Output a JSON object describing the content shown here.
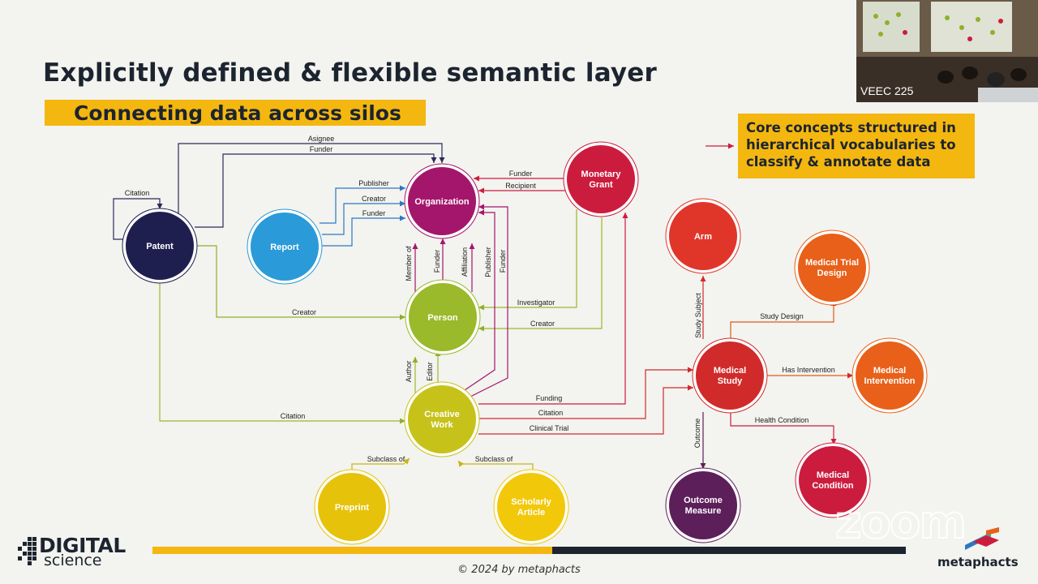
{
  "slide": {
    "title": "Explicitly defined & flexible semantic layer",
    "subtitle": "Connecting data across silos",
    "callout_lines": [
      "Core concepts structured in",
      "hierarchical vocabularies to",
      "classify & annotate data"
    ],
    "copyright": "© 2024 by metaphacts"
  },
  "video": {
    "label": "VEEC 225"
  },
  "logos": {
    "digital_line1": "DIGITAL",
    "digital_line2": "science",
    "metaphacts": "metaphacts",
    "zoom_watermark": "zoom"
  },
  "colors": {
    "accent_yellow": "#f4b70f",
    "title_text": "#1c2430",
    "navy": "#1f1f4f",
    "blue": "#2b9ad8",
    "magenta": "#a3166b",
    "crimson": "#cc1c3e",
    "lime": "#9ab92b",
    "yellow_green": "#c6c21a",
    "yellow": "#e6c20a",
    "red": "#e0362a",
    "orange": "#e86019",
    "purple": "#5d1f5a"
  },
  "nodes": [
    {
      "id": "patent",
      "lines": [
        "Patent"
      ],
      "color": "#1f1f4f"
    },
    {
      "id": "report",
      "lines": [
        "Report"
      ],
      "color": "#2b9ad8"
    },
    {
      "id": "organization",
      "lines": [
        "Organization"
      ],
      "color": "#a3166b"
    },
    {
      "id": "monetary-grant",
      "lines": [
        "Monetary",
        "Grant"
      ],
      "color": "#cc1c3e"
    },
    {
      "id": "person",
      "lines": [
        "Person"
      ],
      "color": "#9ab92b"
    },
    {
      "id": "creative-work",
      "lines": [
        "Creative",
        "Work"
      ],
      "color": "#c6c21a"
    },
    {
      "id": "preprint",
      "lines": [
        "Preprint"
      ],
      "color": "#e6c20a"
    },
    {
      "id": "scholarly-article",
      "lines": [
        "Scholarly",
        "Article"
      ],
      "color": "#f2c80a"
    },
    {
      "id": "arm",
      "lines": [
        "Arm"
      ],
      "color": "#e0362a"
    },
    {
      "id": "medical-trial-design",
      "lines": [
        "Medical Trial",
        "Design"
      ],
      "color": "#e86019"
    },
    {
      "id": "medical-study",
      "lines": [
        "Medical",
        "Study"
      ],
      "color": "#d12a2a"
    },
    {
      "id": "medical-intervention",
      "lines": [
        "Medical",
        "Intervention"
      ],
      "color": "#e86019"
    },
    {
      "id": "outcome-measure",
      "lines": [
        "Outcome",
        "Measure"
      ],
      "color": "#5d1f5a"
    },
    {
      "id": "medical-condition",
      "lines": [
        "Medical",
        "Condition"
      ],
      "color": "#cc1c3e"
    }
  ],
  "edge_labels": {
    "asignee": "Asignee",
    "funder": "Funder",
    "citation": "Citation",
    "publisher": "Publisher",
    "creator": "Creator",
    "recipient": "Recipient",
    "member_of": "Member of",
    "affiliation": "Affiliation",
    "investigator": "Investigator",
    "author": "Author",
    "editor": "Editor",
    "funding": "Funding",
    "clinical_trial": "Clinical Trial",
    "subclass_of": "Subclass of",
    "study_subject": "Study Subject",
    "study_design": "Study Design",
    "has_intervention": "Has Intervention",
    "health_condition": "Health Condition",
    "outcome": "Outcome"
  }
}
